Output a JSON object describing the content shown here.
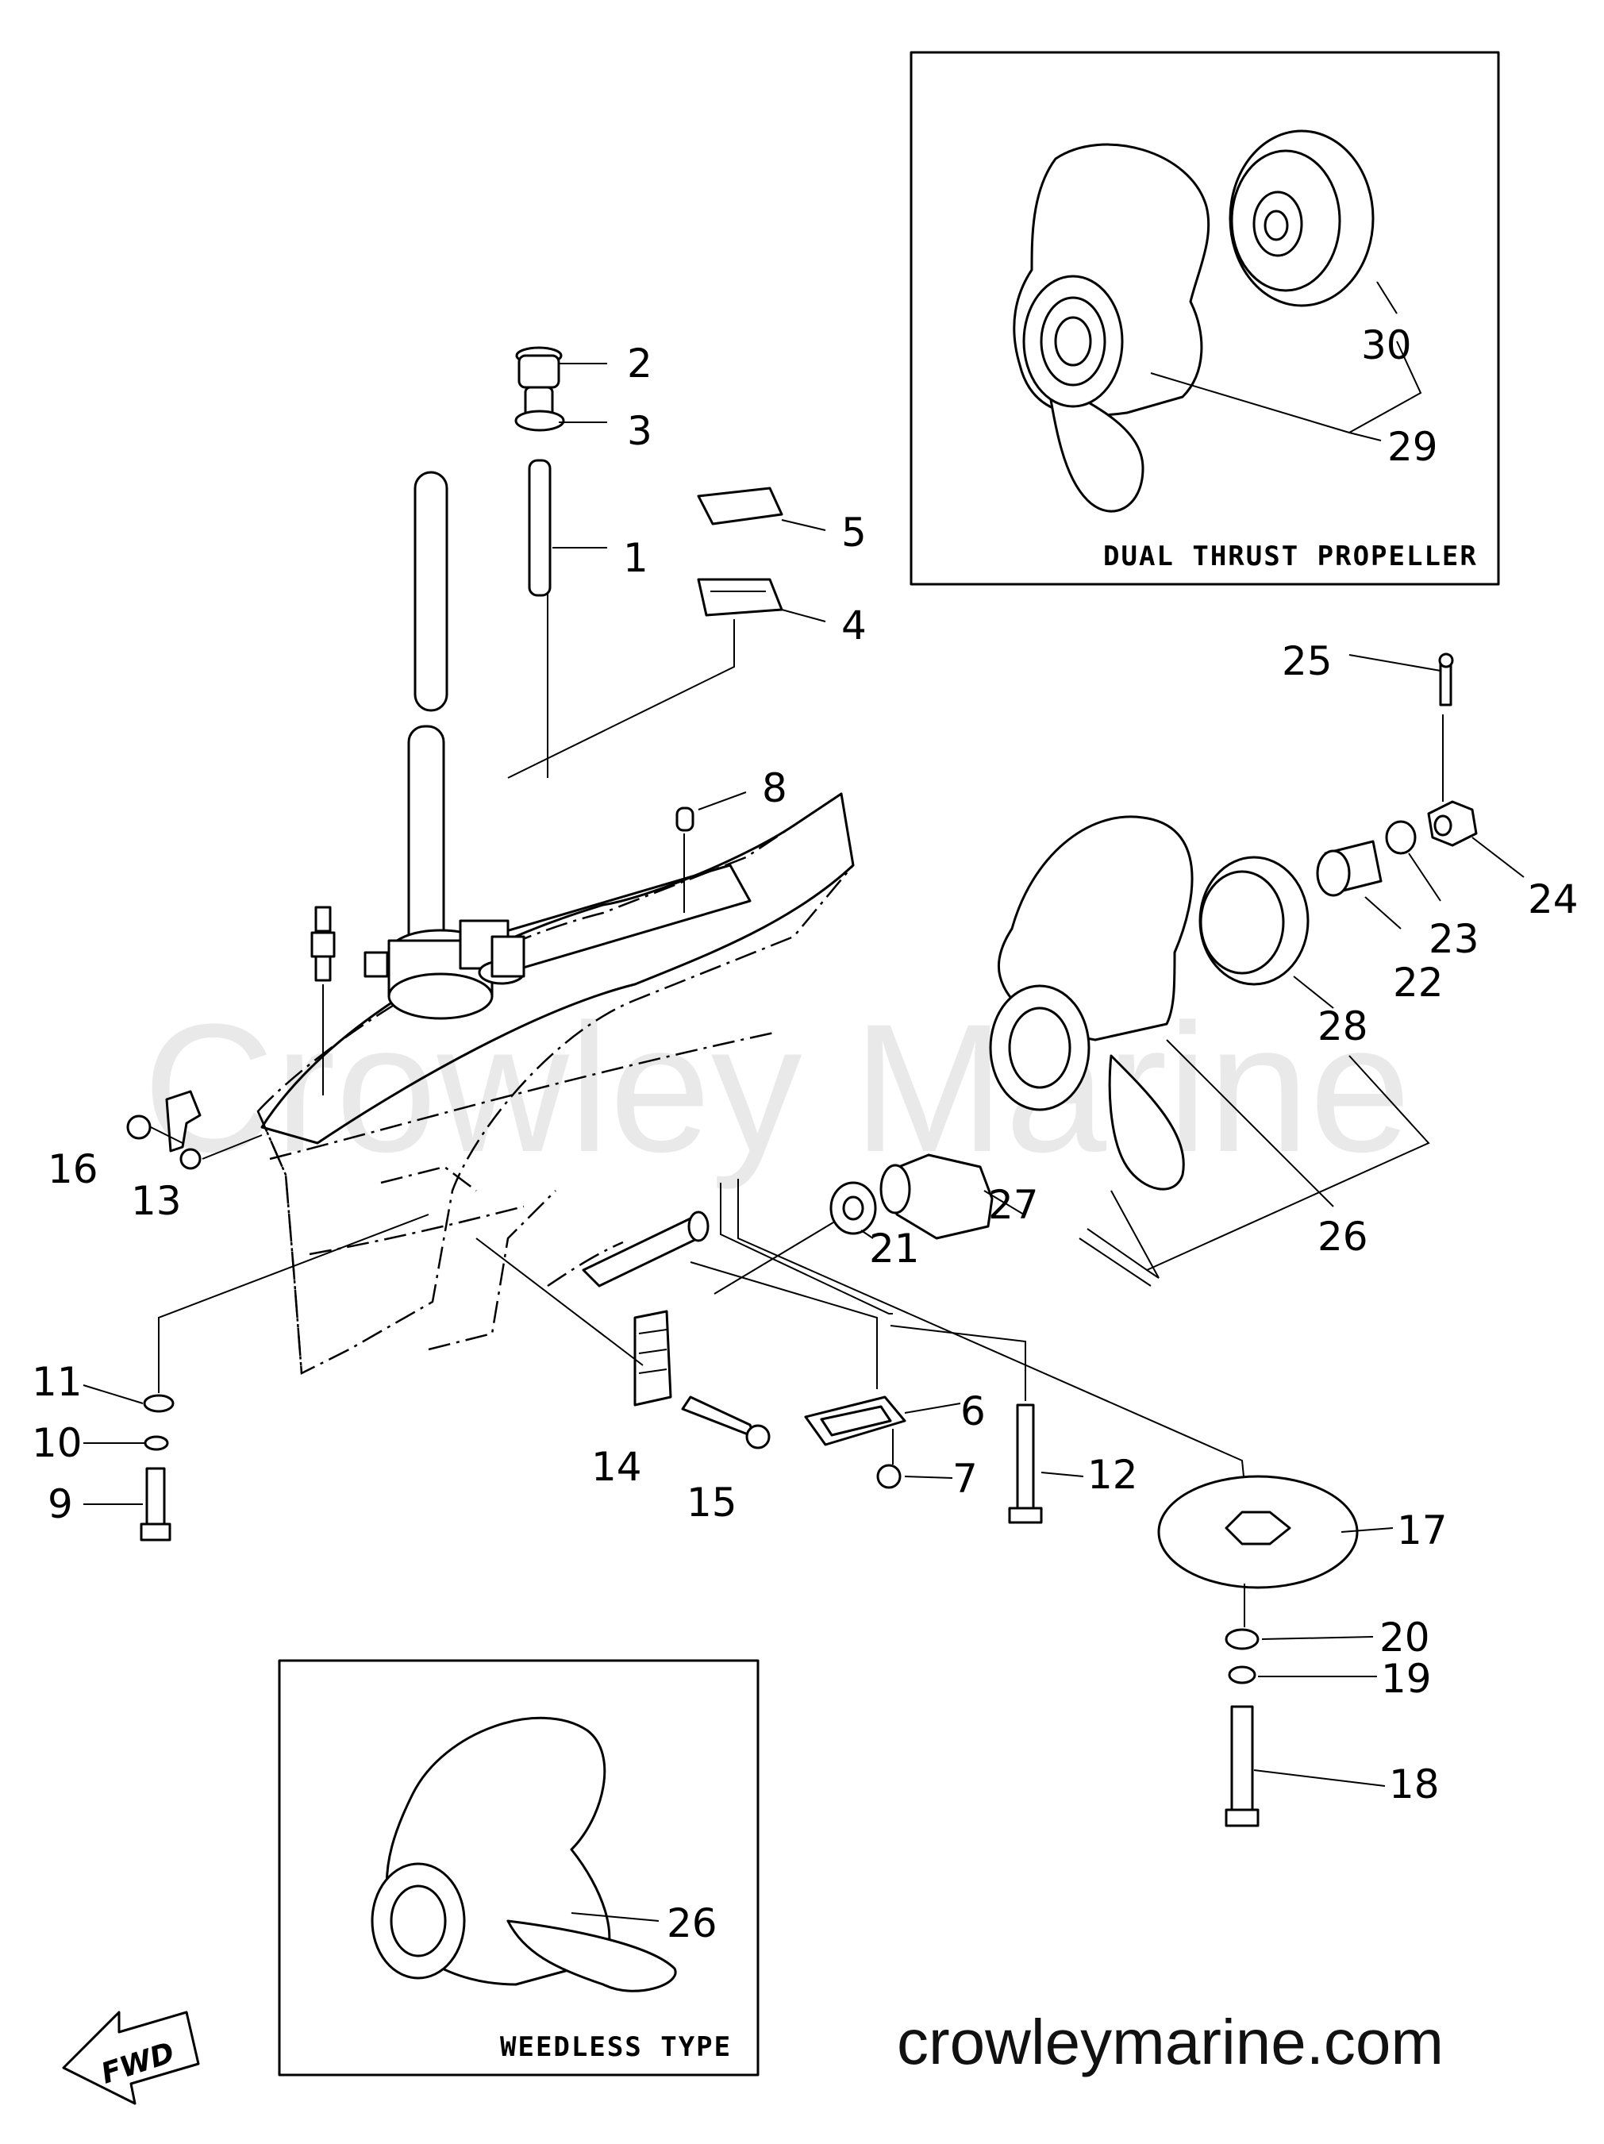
{
  "diagram": {
    "boxes": {
      "dual_thrust": "DUAL THRUST PROPELLER",
      "weedless": "WEEDLESS TYPE"
    },
    "watermark": "Crowley Marine",
    "site": "crowleymarine.com",
    "direction": "FWD",
    "callouts": {
      "c1": "1",
      "c2": "2",
      "c3": "3",
      "c4": "4",
      "c5": "5",
      "c6": "6",
      "c7": "7",
      "c8": "8",
      "c9": "9",
      "c10": "10",
      "c11": "11",
      "c12": "12",
      "c13": "13",
      "c14": "14",
      "c15": "15",
      "c16": "16",
      "c17": "17",
      "c18": "18",
      "c19": "19",
      "c20": "20",
      "c21": "21",
      "c22": "22",
      "c23": "23",
      "c24": "24",
      "c25": "25",
      "c26": "26",
      "c26b": "26",
      "c27": "27",
      "c28": "28",
      "c29": "29",
      "c30": "30"
    }
  }
}
